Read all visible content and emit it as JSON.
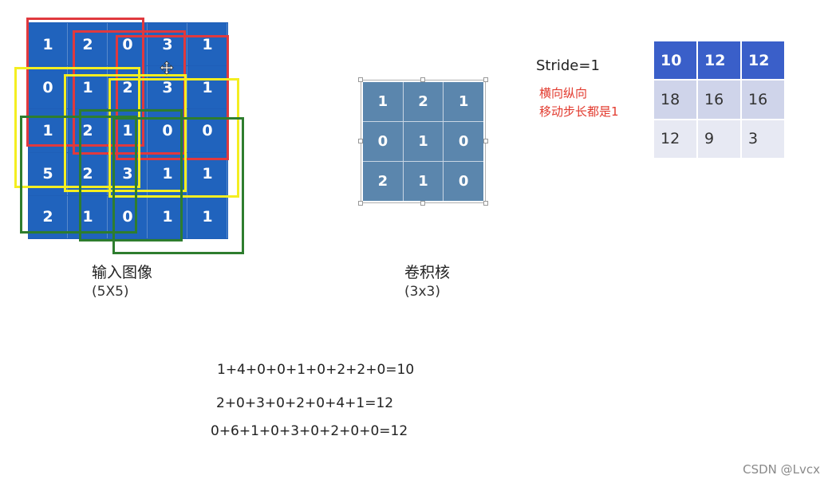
{
  "input": {
    "label": "输入图像",
    "size": "(5X5)",
    "matrix": [
      [
        "1",
        "2",
        "0",
        "3",
        "1"
      ],
      [
        "0",
        "1",
        "2",
        "3",
        "1"
      ],
      [
        "1",
        "2",
        "1",
        "0",
        "0"
      ],
      [
        "5",
        "2",
        "3",
        "1",
        "1"
      ],
      [
        "2",
        "1",
        "0",
        "1",
        "1"
      ]
    ]
  },
  "kernel": {
    "label": "卷积核",
    "size": "(3x3)",
    "matrix": [
      [
        "1",
        "2",
        "1"
      ],
      [
        "0",
        "1",
        "0"
      ],
      [
        "2",
        "1",
        "0"
      ]
    ]
  },
  "stride": {
    "label": "Stride=1",
    "note_line1": "横向纵向",
    "note_line2": "移动步长都是1"
  },
  "output": {
    "matrix": [
      [
        "10",
        "12",
        "12"
      ],
      [
        "18",
        "16",
        "16"
      ],
      [
        "12",
        "9",
        "3"
      ]
    ]
  },
  "equations": [
    "1+4+0+0+1+0+2+2+0=10",
    "2+0+3+0+2+0+4+1=12",
    "0+6+1+0+3+0+2+0+0=12"
  ],
  "colors": {
    "input_cell": "#2063bd",
    "kernel_cell": "#5b86ad",
    "output_header": "#3a5fc9",
    "window_red": "#e0393e",
    "window_yellow": "#f4ee21",
    "window_green": "#2e7d2e",
    "note_red": "#e23a2e"
  },
  "watermark": "CSDN @Lvcx"
}
